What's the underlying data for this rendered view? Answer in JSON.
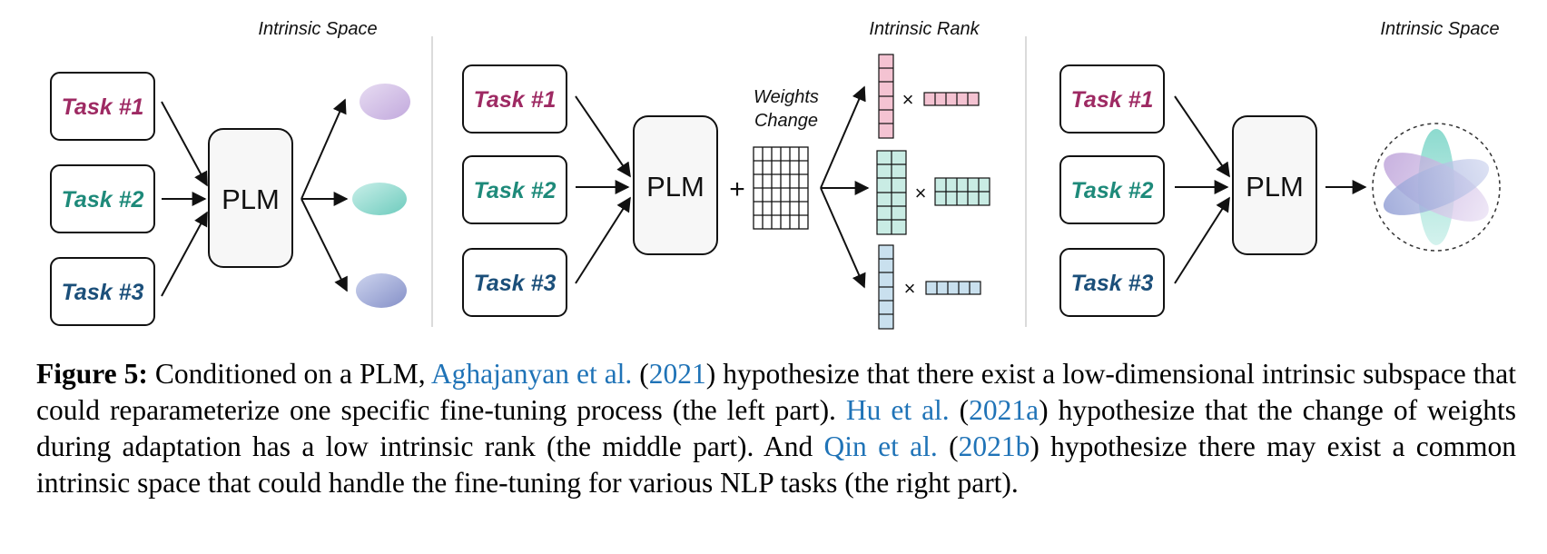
{
  "figure": {
    "left_panel": {
      "title": "Intrinsic Space",
      "tasks": [
        "Task #1",
        "Task #2",
        "Task #3"
      ],
      "model_label": "PLM"
    },
    "middle_panel": {
      "title": "Intrinsic Rank",
      "tasks": [
        "Task #1",
        "Task #2",
        "Task #3"
      ],
      "model_label": "PLM",
      "plus_symbol": "+",
      "weights_change_label_line1": "Weights",
      "weights_change_label_line2": "Change",
      "times_symbol": "×"
    },
    "right_panel": {
      "title": "Intrinsic Space",
      "tasks": [
        "Task #1",
        "Task #2",
        "Task #3"
      ],
      "model_label": "PLM"
    },
    "colors": {
      "task1": "#9e2a63",
      "task2": "#1e8a7a",
      "task3": "#1b4f7a",
      "blob1": "#cbb6e0",
      "blob2": "#8ed7cc",
      "blob3": "#9aa6d4",
      "mat_pink": "#f4c3d2",
      "mat_teal": "#c9ece4",
      "mat_blue": "#c9e0ee"
    }
  },
  "caption": {
    "label": "Figure 5:",
    "seg1": " Conditioned on a PLM, ",
    "cite1_author": "Aghajanyan et al.",
    "cite1_open": " (",
    "cite1_year": "2021",
    "seg2": ") hypothesize that there exist a low-dimensional intrinsic subspace that could reparameterize one specific fine-tuning process (the left part). ",
    "cite2_author": "Hu et al.",
    "cite2_open": " (",
    "cite2_year": "2021a",
    "seg3": ") hypothesize that the change of weights during adaptation has a low intrinsic rank (the middle part). And ",
    "cite3_author": "Qin et al.",
    "cite3_open": " (",
    "cite3_year": "2021b",
    "seg4": ") hypothesize there may exist a common intrinsic space that could handle the fine-tuning for various NLP tasks (the right part)."
  }
}
